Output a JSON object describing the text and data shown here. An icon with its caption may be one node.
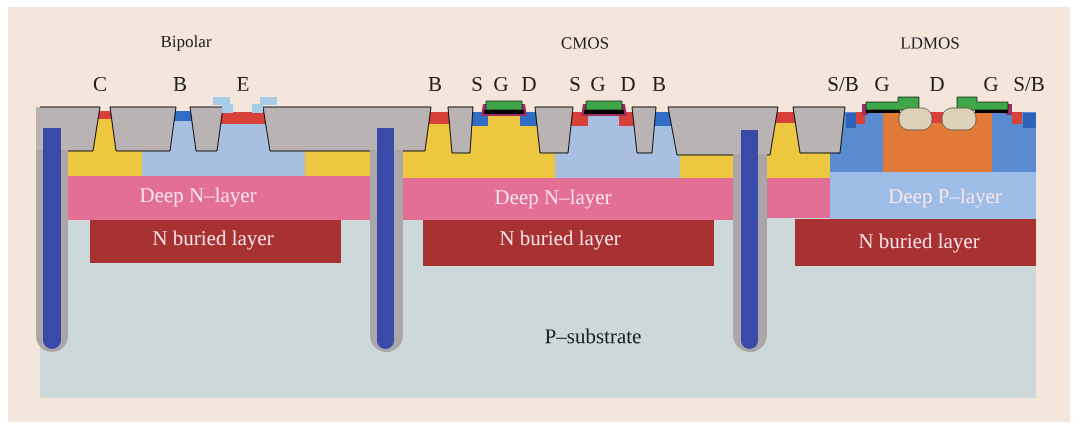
{
  "diagram": {
    "nodes": [
      {
        "text": [
          "P–substrate"
        ]
      },
      {
        "text": [
          "Deep N–layer"
        ],
        "in": 0
      },
      {
        "text": [
          "N buried layer"
        ],
        "in": 0
      },
      {
        "text": [
          "Deep N–layer"
        ],
        "in": 0
      },
      {
        "text": [
          "N buried layer"
        ],
        "in": 0
      },
      {
        "text": [
          "Deep P–layer"
        ],
        "in": 0
      },
      {
        "text": [
          "N buried layer"
        ],
        "in": 0
      }
    ],
    "labels": [
      "Bipolar",
      "CMOS",
      "LDMOS",
      "C",
      "B",
      "E",
      "B",
      "S",
      "G",
      "D",
      "S",
      "G",
      "D",
      "B",
      "S/B",
      "G",
      "D",
      "G",
      "S/B"
    ]
  }
}
